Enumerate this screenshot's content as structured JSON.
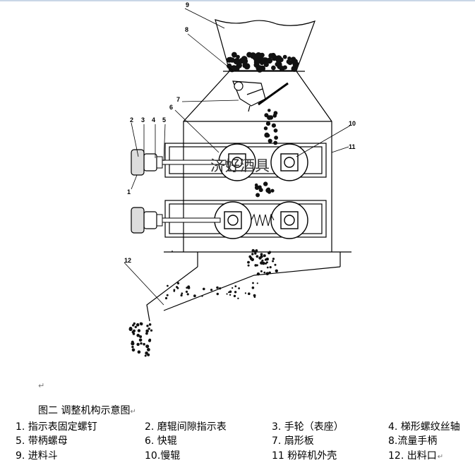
{
  "diagram": {
    "callouts": [
      "1",
      "2",
      "3",
      "4",
      "5",
      "6",
      "7",
      "8",
      "9",
      "10",
      "11",
      "12"
    ],
    "watermark": "济好酒具"
  },
  "caption": "图二 调整机构示意图",
  "legend": [
    "1. 指示表固定螺钉",
    "2. 磨辊间隙指示表",
    "3. 手轮（表座）",
    "4. 梯形螺纹丝轴",
    "5. 带柄螺母",
    "6. 快辊",
    "7. 扇形板",
    "8.流量手柄",
    "9. 进料斗",
    "10.慢辊",
    "11 粉碎机外壳",
    "12. 出料口"
  ],
  "paragraph_mark": "↵"
}
